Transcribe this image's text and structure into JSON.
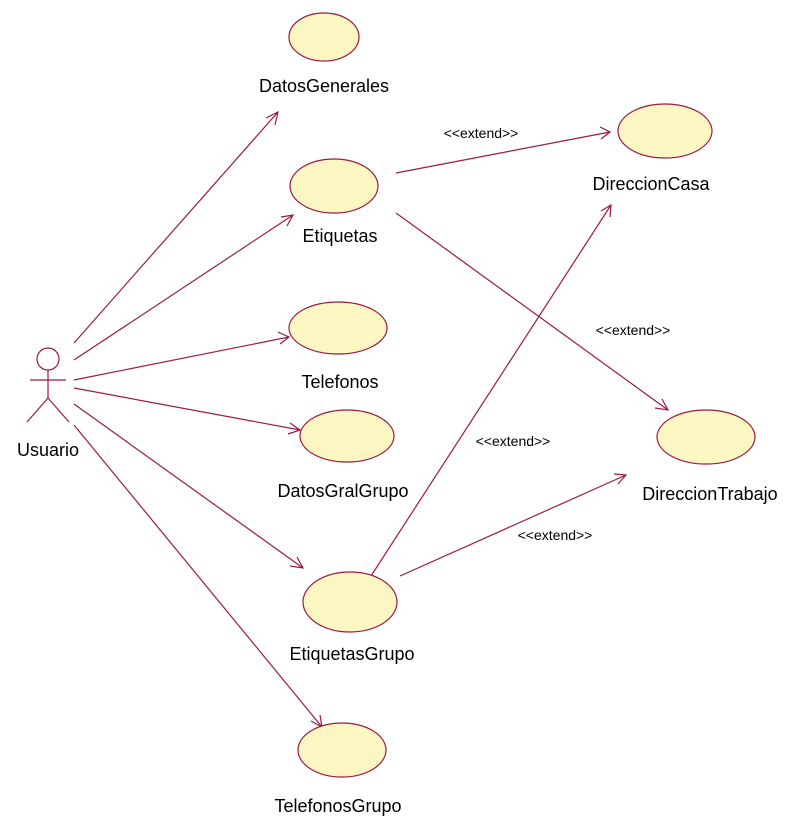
{
  "actor": {
    "name": "Usuario"
  },
  "use_cases": {
    "datos_generales": "DatosGenerales",
    "etiquetas": "Etiquetas",
    "telefonos": "Telefonos",
    "datos_gral_grupo": "DatosGralGrupo",
    "etiquetas_grupo": "EtiquetasGrupo",
    "telefonos_grupo": "TelefonosGrupo",
    "direccion_casa": "DireccionCasa",
    "direccion_trabajo": "DireccionTrabajo"
  },
  "relations": {
    "extend_1": "<<extend>>",
    "extend_2": "<<extend>>",
    "extend_3": "<<extend>>",
    "extend_4": "<<extend>>"
  },
  "colors": {
    "line": "#9b1a43",
    "use_case_fill": "#fcf6c2"
  }
}
